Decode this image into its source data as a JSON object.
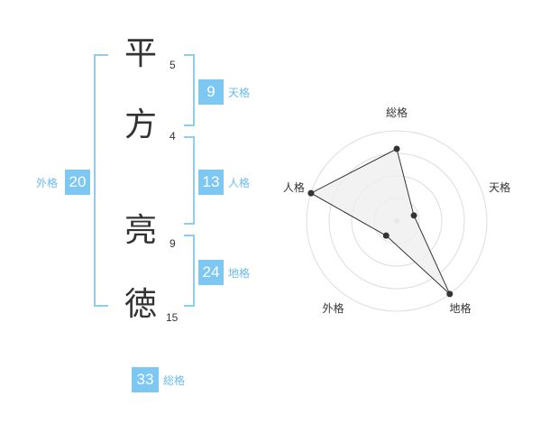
{
  "name_chars": [
    {
      "char": "平",
      "strokes": "5"
    },
    {
      "char": "方",
      "strokes": "4"
    },
    {
      "char": "亮",
      "strokes": "9"
    },
    {
      "char": "徳",
      "strokes": "15"
    }
  ],
  "fortunes": {
    "tenkaku": {
      "value": "9",
      "label": "天格"
    },
    "jinkaku": {
      "value": "13",
      "label": "人格"
    },
    "chikaku": {
      "value": "24",
      "label": "地格"
    },
    "gaikaku": {
      "value": "20",
      "label": "外格"
    },
    "soukaku": {
      "value": "33",
      "label": "総格"
    }
  },
  "colors": {
    "accent": "#7cc8f3",
    "bracket": "#8fcdf0",
    "label_text": "#6cbbe9",
    "radar_fill": "#efefef",
    "radar_line": "#333333",
    "grid": "#dddddd"
  },
  "chart_data": {
    "type": "radar",
    "axes": [
      "総格",
      "天格",
      "地格",
      "外格",
      "人格"
    ],
    "values": [
      0.8,
      0.2,
      1.0,
      0.2,
      1.0
    ],
    "rings": 4,
    "range": [
      0,
      1
    ]
  }
}
